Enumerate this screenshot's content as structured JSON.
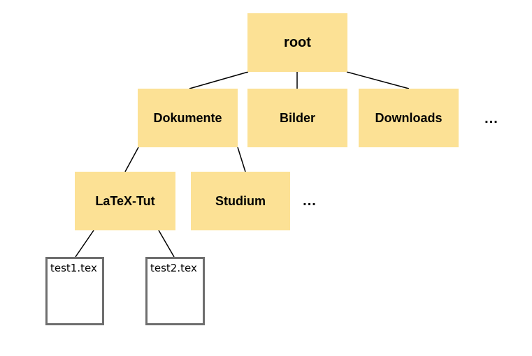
{
  "diagram": {
    "type": "file-system-tree",
    "colors": {
      "background": "#ffffff",
      "folder_fill": "#FCE195",
      "text": "#000000",
      "file_border": "#6e6e6e",
      "edge": "#000000"
    },
    "nodes": {
      "root": {
        "label": "root",
        "kind": "folder"
      },
      "dokumente": {
        "label": "Dokumente",
        "kind": "folder"
      },
      "bilder": {
        "label": "Bilder",
        "kind": "folder"
      },
      "downloads": {
        "label": "Downloads",
        "kind": "folder"
      },
      "ellipsis_level1": {
        "label": "...",
        "kind": "ellipsis"
      },
      "latex_tut": {
        "label": "LaTeX-Tut",
        "kind": "folder"
      },
      "studium": {
        "label": "Studium",
        "kind": "folder"
      },
      "ellipsis_level2": {
        "label": "...",
        "kind": "ellipsis"
      },
      "file1": {
        "label": "test1.tex",
        "kind": "file"
      },
      "file2": {
        "label": "test2.tex",
        "kind": "file"
      }
    },
    "edges": [
      {
        "from": "root",
        "to": "dokumente"
      },
      {
        "from": "root",
        "to": "bilder"
      },
      {
        "from": "root",
        "to": "downloads"
      },
      {
        "from": "dokumente",
        "to": "latex_tut"
      },
      {
        "from": "dokumente",
        "to": "studium"
      },
      {
        "from": "latex_tut",
        "to": "file1"
      },
      {
        "from": "latex_tut",
        "to": "file2"
      }
    ]
  }
}
